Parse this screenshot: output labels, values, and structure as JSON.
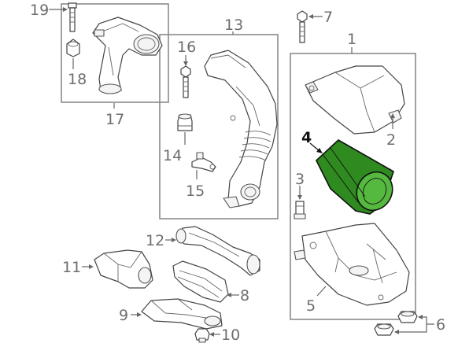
{
  "callouts": {
    "c1": "1",
    "c2": "2",
    "c3": "3",
    "c4": "4",
    "c5": "5",
    "c6": "6",
    "c7": "7",
    "c8": "8",
    "c9": "9",
    "c10": "10",
    "c11": "11",
    "c12": "12",
    "c13": "13",
    "c14": "14",
    "c15": "15",
    "c16": "16",
    "c17": "17",
    "c18": "18",
    "c19": "19"
  },
  "colors": {
    "highlight_fill": "#2f8a1f",
    "highlight_top": "#55b83f",
    "box_stroke": "#8a8a8a",
    "label_gray": "#6e6e6e"
  }
}
